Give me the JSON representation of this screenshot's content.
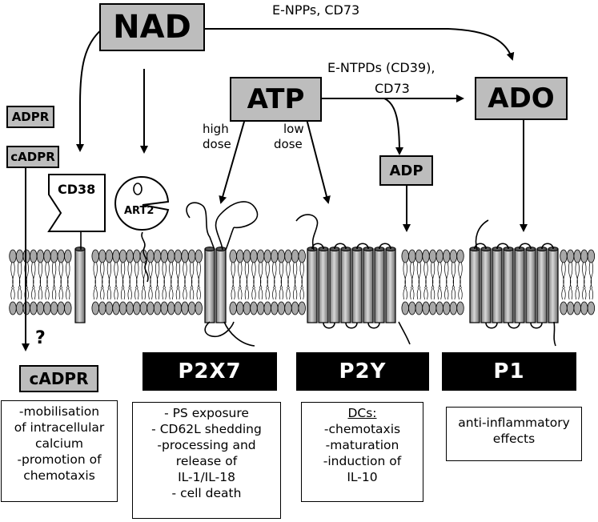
{
  "boxes": {
    "nad": "NAD",
    "atp": "ATP",
    "ado": "ADO",
    "adp": "ADP",
    "adpr": "ADPR",
    "cadpr_top": "cADPR",
    "cadpr_bottom": "cADPR",
    "cd38": "CD38",
    "art2": "ART2"
  },
  "enzymes": {
    "nad_to_ado": "E-NPPs, CD73",
    "atp_to_ado_line1": "E-NTPDs (CD39),",
    "atp_to_ado_line2": "CD73"
  },
  "dose": {
    "high_line1": "high",
    "high_line2": "dose",
    "low_line1": "low",
    "low_line2": "dose"
  },
  "question_mark": "?",
  "receptors": {
    "p2x7": "P2X7",
    "p2y": "P2Y",
    "p1": "P1"
  },
  "effects": {
    "cadpr": [
      "-mobilisation",
      "of intracellular",
      "calcium",
      "-promotion of",
      "chemotaxis"
    ],
    "p2x7": [
      "- PS exposure",
      "- CD62L shedding",
      "-processing and",
      "release of",
      "IL-1/IL-18",
      "- cell death"
    ],
    "p2y_heading": "DCs:",
    "p2y": [
      "-chemotaxis",
      "-maturation",
      "-induction of",
      "IL-10"
    ],
    "p1": [
      "anti-inflammatory",
      "effects"
    ]
  },
  "colors": {
    "box_fill": "#bdbdbd",
    "receptor_fill": "#000000",
    "membrane_head": "#a8a8a8"
  }
}
